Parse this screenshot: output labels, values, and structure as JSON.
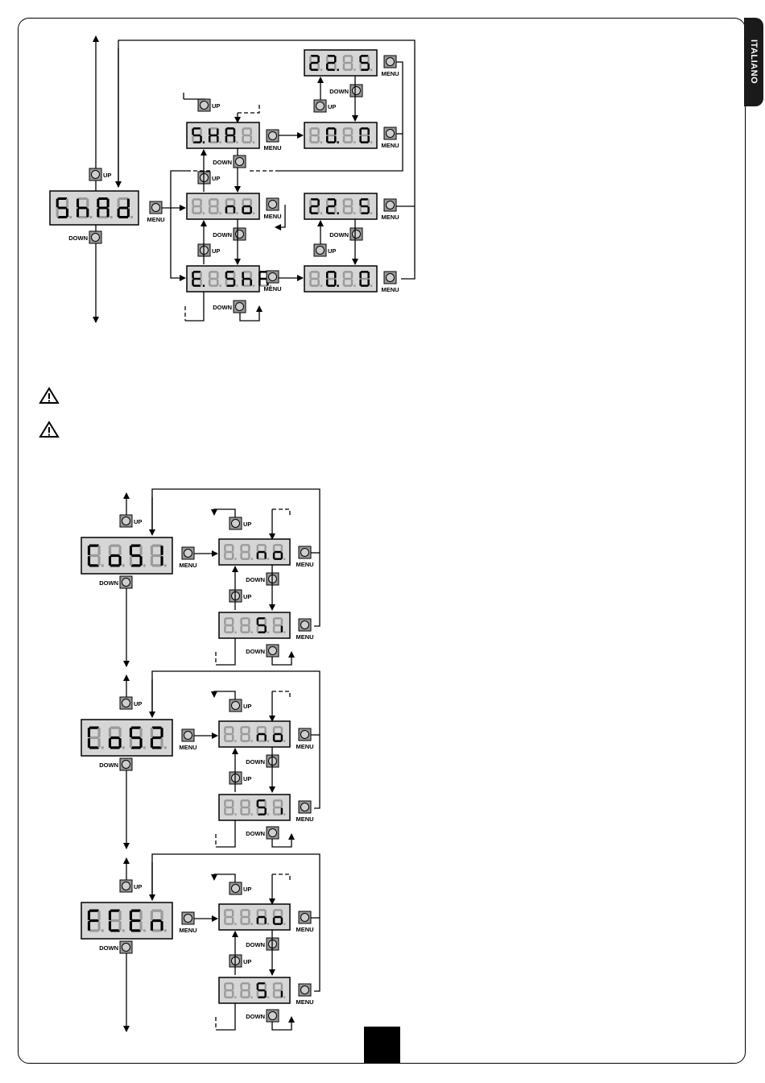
{
  "language_tab": "ITALIANO",
  "buttons": {
    "up": "UP",
    "down": "DOWN",
    "menu": "MENU"
  },
  "colors": {
    "display_bg": "#d6d6d6",
    "button_fill": "#9a9a9a",
    "segment_on": "#000000",
    "segment_off": "#9a9a9a"
  },
  "diagram_shad": {
    "main": "ShAd",
    "rows": [
      "SHA.",
      "no",
      "E.ShA",
      "22.5",
      "0.0",
      "22.5",
      "0.0"
    ]
  },
  "diagram_cos1": {
    "main": "CoS1",
    "options": [
      "no",
      "Si"
    ]
  },
  "diagram_cos2": {
    "main": "CoS2",
    "options": [
      "no",
      "Si"
    ]
  },
  "diagram_fcen": {
    "main": "FCEn",
    "options": [
      "no",
      "Si"
    ]
  },
  "warnings": [
    "warning-icon",
    "warning-icon"
  ]
}
